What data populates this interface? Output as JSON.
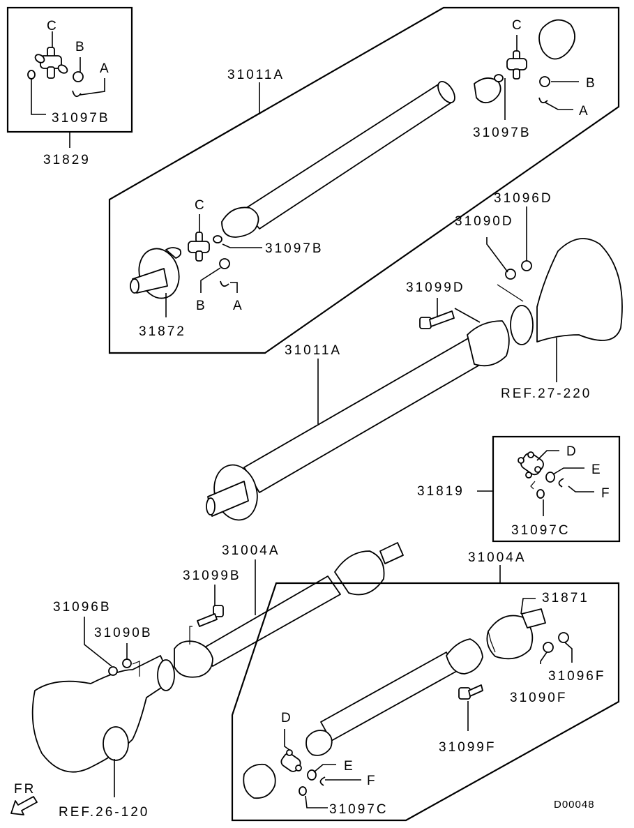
{
  "diagram": {
    "title": "Propeller shaft exploded parts diagram",
    "drawing_code": "D00048",
    "direction_indicator": "FR",
    "background_color": "#ffffff",
    "line_color": "#000000"
  },
  "groups": {
    "kit_31829": {
      "part_number": "31829",
      "callouts": {
        "c": "C",
        "b": "B",
        "a": "A",
        "grease_fitting": "31097B"
      }
    },
    "assembly_31011A_exploded": {
      "part_number": "31011A",
      "rear_joint": {
        "c": "C",
        "b": "B",
        "a": "A",
        "grease_fitting": "31097B"
      },
      "front_joint": {
        "c": "C",
        "b": "B",
        "a": "A",
        "grease_fitting": "31097B",
        "yoke": "31872"
      }
    },
    "assembly_31011A_installed": {
      "part_number": "31011A",
      "nut": "31096D",
      "washer": "31090D",
      "bolt": "31099D",
      "reference": "REF.27-220"
    },
    "kit_31819": {
      "part_number": "31819",
      "callouts": {
        "d": "D",
        "e": "E",
        "f": "F",
        "grease_fitting": "31097C"
      }
    },
    "assembly_31004A_installed": {
      "part_number": "31004A",
      "bolt": "31099B",
      "nut": "31096B",
      "washer": "31090B",
      "reference": "REF.26-120"
    },
    "assembly_31004A_exploded": {
      "part_number": "31004A",
      "center_bearing": "31871",
      "nut": "31096F",
      "washer": "31090F",
      "bolt": "31099F",
      "joint": {
        "d": "D",
        "e": "E",
        "f": "F",
        "grease_fitting": "31097C"
      }
    }
  }
}
